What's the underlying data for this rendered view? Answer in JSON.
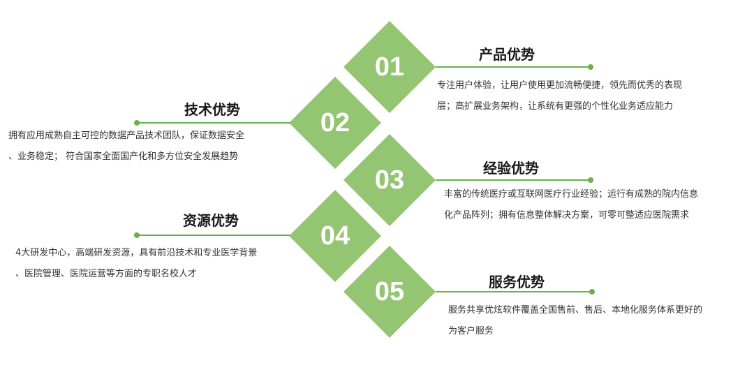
{
  "items": [
    {
      "number": "01",
      "title": "产品优势",
      "lines": [
        "专注用户体验，让用户使用更加流畅便捷，领先而优秀的表现",
        "层；高扩展业务架构，让系统有更强的个性化业务适应能力"
      ]
    },
    {
      "number": "02",
      "title": "技术优势",
      "lines": [
        "拥有应用成熟自主可控的数据产品技术团队，保证数据安全",
        "、业务稳定； 符合国家全面国产化和多方位安全发展趋势"
      ]
    },
    {
      "number": "03",
      "title": "经验优势",
      "lines": [
        "丰富的传统医疗或互联网医疗行业经验；运行有成熟的院内信息",
        "化产品阵列；拥有信息整体解决方案，可零可整适应医院需求"
      ]
    },
    {
      "number": "04",
      "title": "资源优势",
      "lines": [
        "4大研发中心，高端研发资源，具有前沿技术和专业医学背景",
        "、医院管理、医院运营等方面的专职名校人才"
      ]
    },
    {
      "number": "05",
      "title": "服务优势",
      "lines": [
        "服务共享优炫软件覆盖全国售前、售后、本地化服务体系更好的",
        "为客户服务"
      ]
    }
  ],
  "colors": {
    "diamond": "#93c572",
    "accent": "#6ab04c"
  }
}
